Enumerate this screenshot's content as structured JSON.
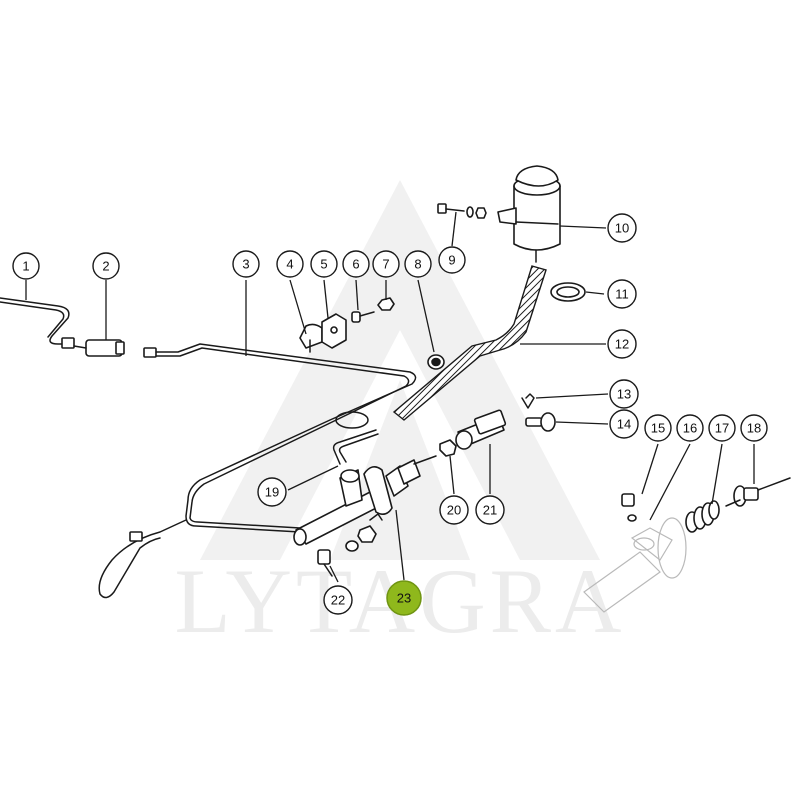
{
  "watermark": {
    "text": "LYTAGRA"
  },
  "callouts": [
    {
      "number": "1"
    },
    {
      "number": "2"
    },
    {
      "number": "3"
    },
    {
      "number": "4"
    },
    {
      "number": "5"
    },
    {
      "number": "6"
    },
    {
      "number": "7"
    },
    {
      "number": "8"
    },
    {
      "number": "9"
    },
    {
      "number": "10"
    },
    {
      "number": "11"
    },
    {
      "number": "12"
    },
    {
      "number": "13"
    },
    {
      "number": "14"
    },
    {
      "number": "15"
    },
    {
      "number": "16"
    },
    {
      "number": "17"
    },
    {
      "number": "18"
    },
    {
      "number": "19"
    },
    {
      "number": "20"
    },
    {
      "number": "21"
    },
    {
      "number": "22"
    },
    {
      "number": "23",
      "highlighted": true
    }
  ],
  "colors": {
    "highlight": "#8fb81c",
    "lines": "#1a1a1a",
    "watermark": "#ececec"
  }
}
